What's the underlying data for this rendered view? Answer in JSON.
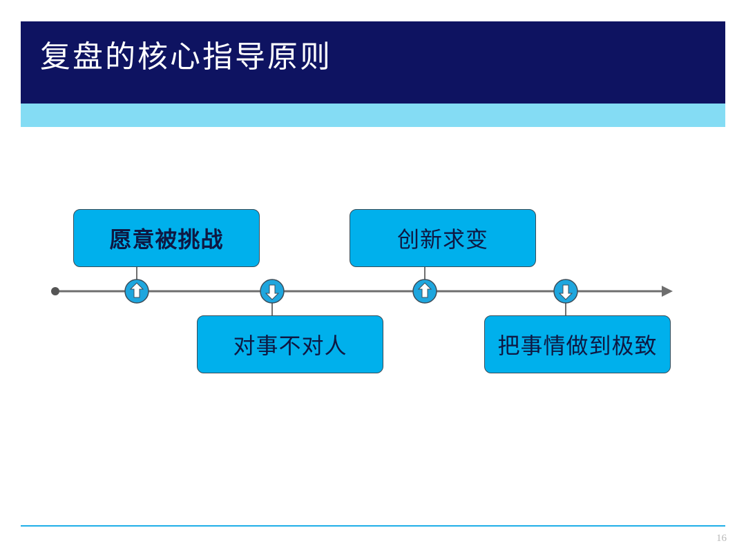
{
  "slide": {
    "title": "复盘的核心指导原则",
    "page_number": "16"
  },
  "timeline": {
    "nodes": [
      {
        "label": "愿意被挑战",
        "position": "above",
        "marker": "up-arrow-icon",
        "bold": true
      },
      {
        "label": "对事不对人",
        "position": "below",
        "marker": "down-arrow-icon",
        "bold": false
      },
      {
        "label": "创新求变",
        "position": "above",
        "marker": "up-arrow-icon",
        "bold": false
      },
      {
        "label": "把事情做到极致",
        "position": "below",
        "marker": "down-arrow-icon",
        "bold": false
      }
    ]
  },
  "colors": {
    "title_bar": "#0e1361",
    "accent_bar": "#84dcf4",
    "box_fill": "#00b0ec",
    "timeline_line": "#6e6e6e",
    "footer_line": "#1eaee8"
  }
}
